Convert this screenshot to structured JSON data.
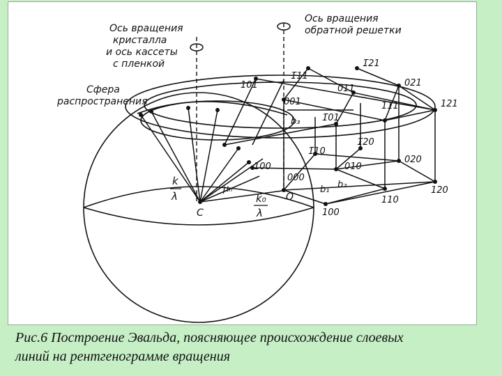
{
  "figure": {
    "labels": {
      "crystal_axis": [
        "Ось вращения",
        "кристалла",
        "и ось кассеты",
        "с пленкой"
      ],
      "reciprocal_axis": [
        "Ось вращения",
        "обратной решетки"
      ],
      "sphere": [
        "Сфера",
        "распространения"
      ],
      "k_num": "k",
      "k_den": "λ",
      "k0_num": "k₀",
      "k0_den": "λ",
      "mu": "μₙ",
      "center": "C",
      "origin": "O",
      "b1": "b₁",
      "b2": "b₂",
      "b3": "b₃"
    },
    "nodes": {
      "n_121_top": "1̄21",
      "n_111_bar": "1̄11",
      "n_101": "101",
      "n_011": "011",
      "n_021": "021",
      "n_001": "001",
      "n_111": "111",
      "n_101_bar": "1̄01",
      "n_121_right": "121",
      "n_120_bar": "1̄20",
      "n_110_bar": "1̄10",
      "n_100_left": "100",
      "n_010": "010",
      "n_020": "020",
      "n_000": "000",
      "n_120": "120",
      "n_110": "110",
      "n_100": "100"
    }
  },
  "caption": {
    "line1": "Рис.6 Построение Эвальда, поясняющее происхождение слоевых",
    "line2": "линий на рентгенограмме вращения"
  }
}
